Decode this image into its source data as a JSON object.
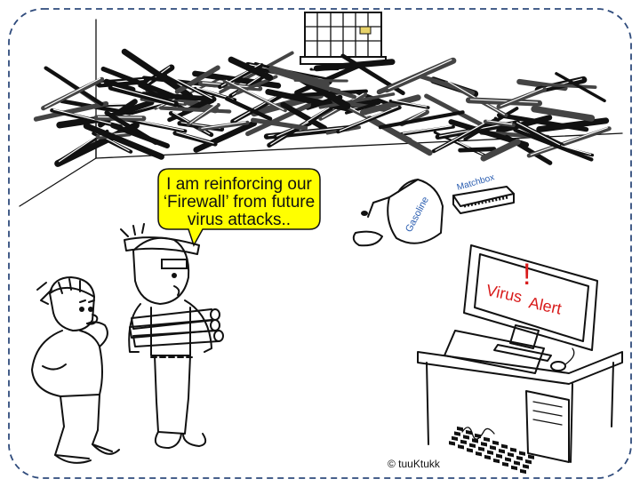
{
  "cartoon": {
    "speech_bubble": {
      "lines": [
        "I am reinforcing our",
        "‘Firewall’ from future",
        "virus attacks.."
      ],
      "fill_color": "#ffff00"
    },
    "can_label": "Gasoline",
    "box_label": "Matchbox",
    "screen_text": {
      "first": "Virus",
      "second": "Alert",
      "mark": "!"
    },
    "copyright": "© tuuKtukk",
    "colors": {
      "frame": "#2f4b7c",
      "label_blue": "#2a5db0",
      "alert_red": "#d81a1a",
      "bubble": "#ffff00"
    }
  }
}
